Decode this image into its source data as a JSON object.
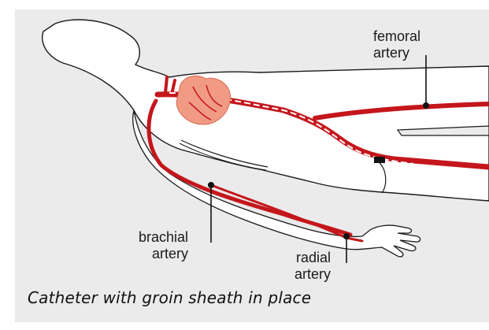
{
  "labels": {
    "femoral": "femoral\nartery",
    "brachial": "brachial\nartery",
    "radial": "radial\nartery"
  },
  "caption": "Catheter with groin sheath in place",
  "colors": {
    "background": "#ebebeb",
    "body_fill": "#ffffff",
    "outline": "#1a1a1a",
    "artery": "#c4161c",
    "catheter": "#ffffff",
    "heart": "#f19a84",
    "sheath": "#111111"
  }
}
